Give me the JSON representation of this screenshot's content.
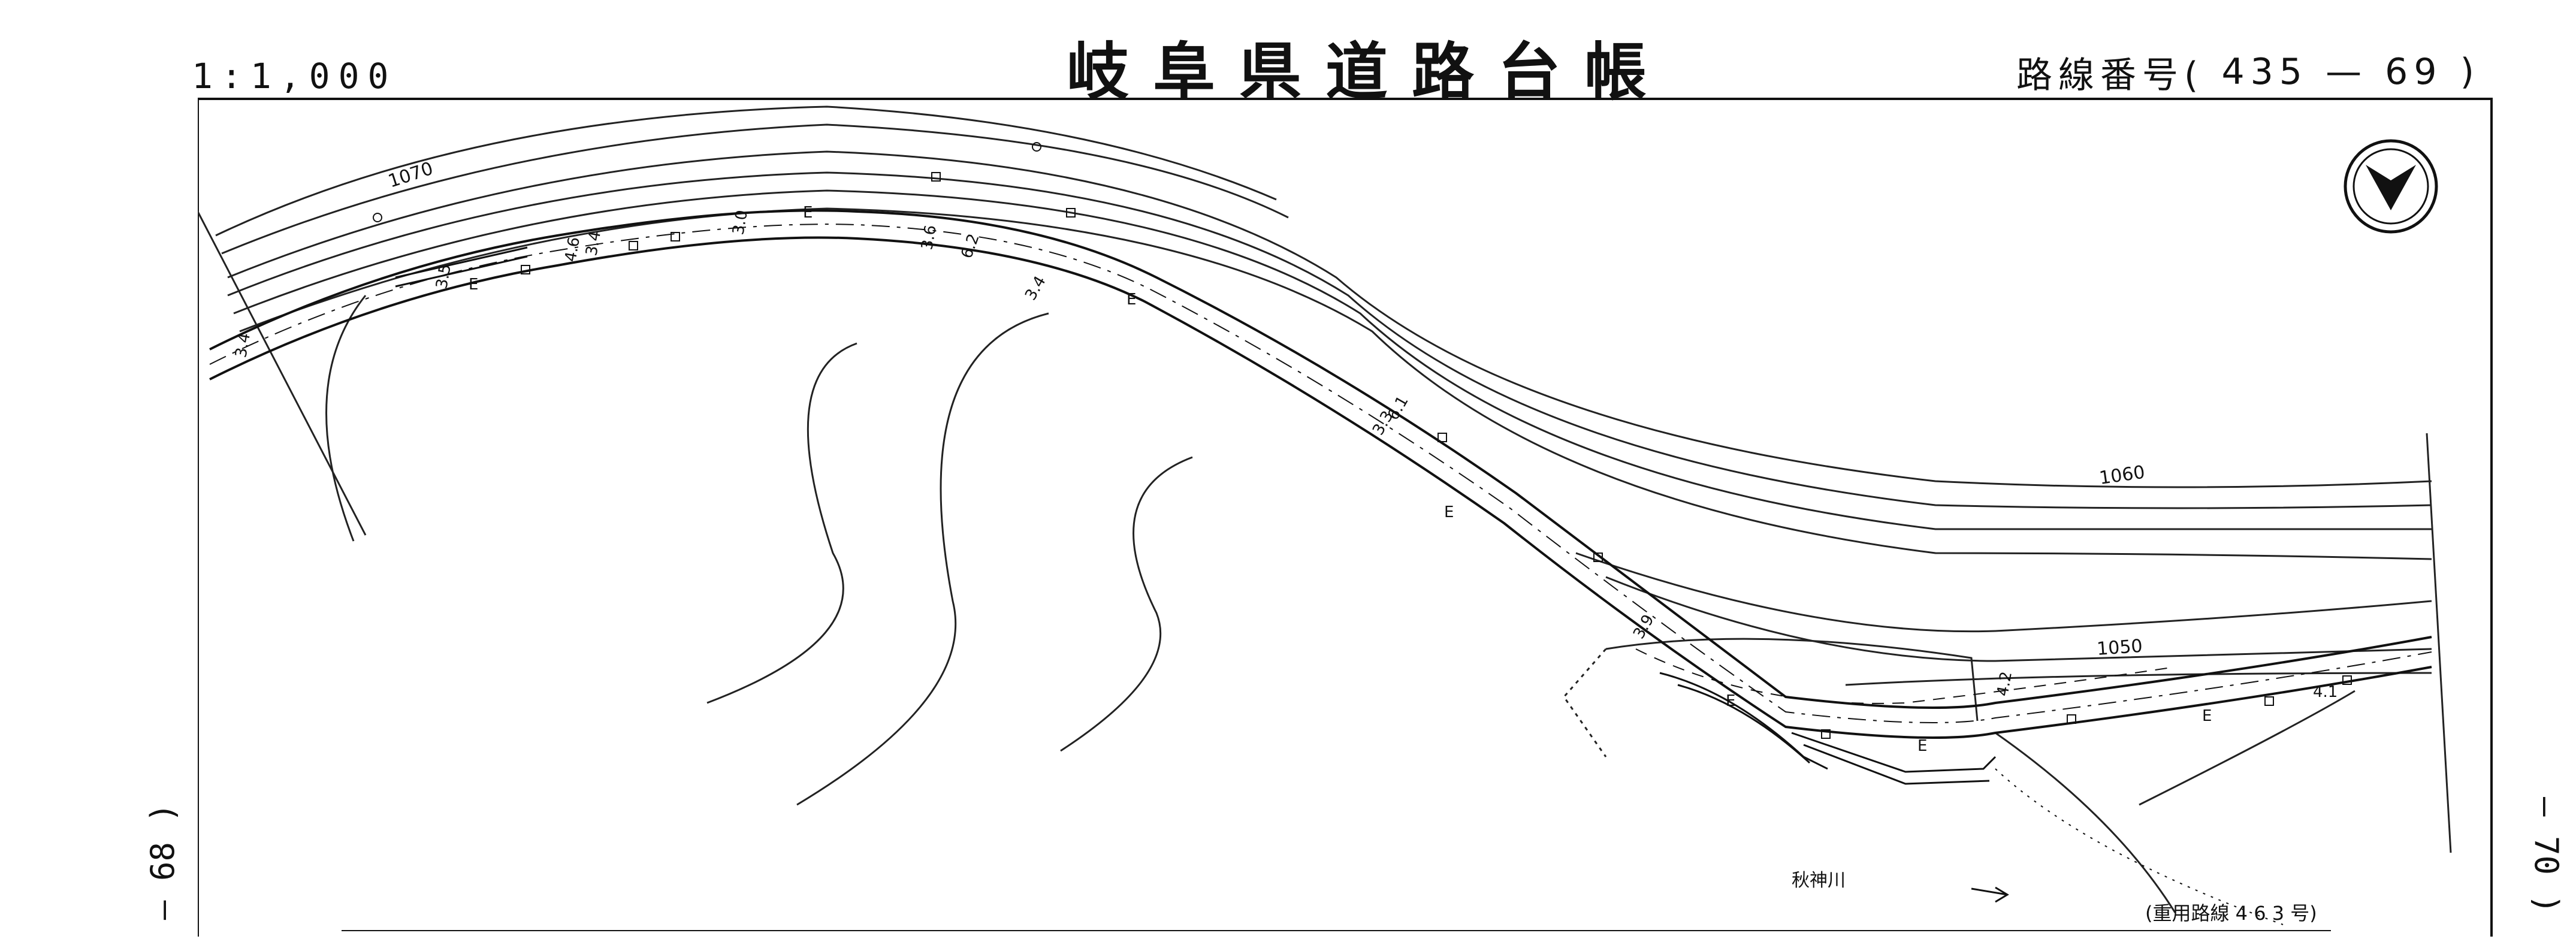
{
  "header": {
    "scale": "1:1,000",
    "title": "岐阜県道路台帳",
    "route_prefix": "路線番号(",
    "route_main": "435",
    "route_sep": "—",
    "route_sub": "69",
    "route_suffix": ")"
  },
  "sheet_refs": {
    "left": "— 68 )",
    "right": "— 70 )"
  },
  "map": {
    "contours": [
      "1070",
      "1060",
      "1050"
    ],
    "river": "秋神川",
    "overlap_note": "(重用路線 4 6 3 号)",
    "north_symbol": "north-arrow",
    "widths": [
      "3.4",
      "3.5",
      "4.6",
      "3.4",
      "3.0",
      "3.6",
      "6.2",
      "3.4",
      "6.1",
      "3.3",
      "3.9",
      "4.2",
      "4.1"
    ],
    "marks": [
      "E",
      "E",
      "E",
      "E",
      "E",
      "E",
      "E"
    ]
  }
}
